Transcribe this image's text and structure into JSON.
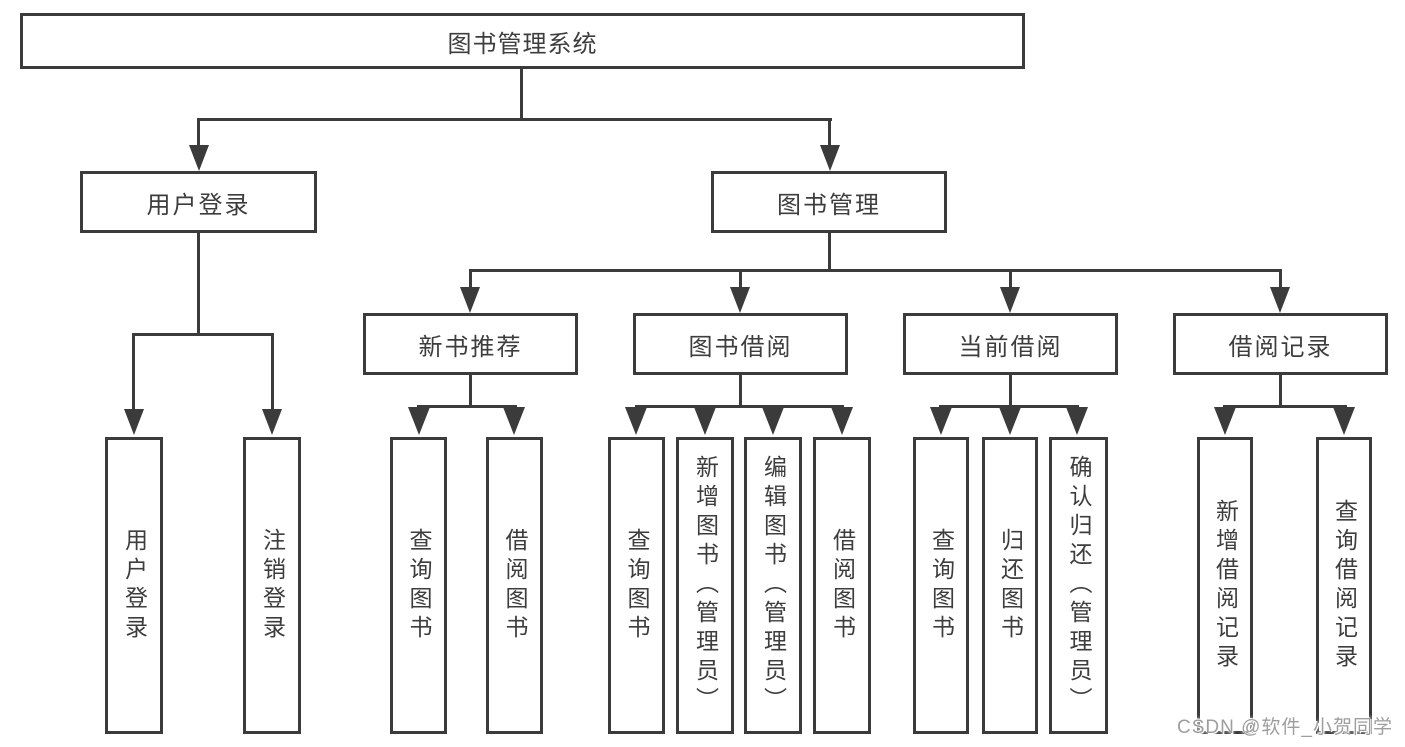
{
  "nodes": {
    "root": "图书管理系统",
    "l2": [
      "用户登录",
      "图书管理"
    ],
    "l3": [
      "新书推荐",
      "图书借阅",
      "当前借阅",
      "借阅记录"
    ],
    "leaves": [
      "用户登录",
      "注销登录",
      "查询图书",
      "借阅图书",
      "查询图书",
      "新增图书（管理员）",
      "编辑图书（管理员）",
      "借阅图书",
      "查询图书",
      "归还图书",
      "确认归还（管理员）",
      "新增借阅记录",
      "查询借阅记录"
    ]
  },
  "hierarchy": {
    "图书管理系统": [
      "用户登录",
      "图书管理"
    ],
    "用户登录": [
      "用户登录",
      "注销登录"
    ],
    "图书管理": [
      "新书推荐",
      "图书借阅",
      "当前借阅",
      "借阅记录"
    ],
    "新书推荐": [
      "查询图书",
      "借阅图书"
    ],
    "图书借阅": [
      "查询图书",
      "新增图书（管理员）",
      "编辑图书（管理员）",
      "借阅图书"
    ],
    "当前借阅": [
      "查询图书",
      "归还图书",
      "确认归还（管理员）"
    ],
    "借阅记录": [
      "新增借阅记录",
      "查询借阅记录"
    ]
  },
  "watermark": "CSDN @软件_小贺同学",
  "colors": {
    "line": "#3b3b3b",
    "text": "#3d3d3d",
    "watermark": "#9e9e9e",
    "background": "#ffffff"
  }
}
